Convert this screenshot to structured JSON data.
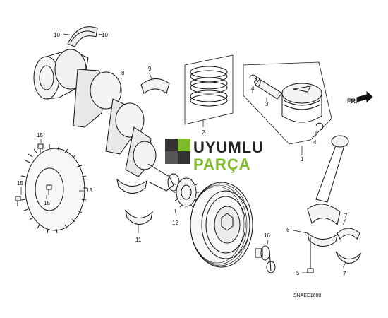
{
  "diagram": {
    "direction_label": "FR.",
    "code": "SNAEE1600",
    "logo": {
      "line1": "UYUMLU",
      "line2": "PARÇA",
      "green": "#7dbb2b",
      "dark": "#222222"
    },
    "callouts": {
      "c1": "1",
      "c2": "2",
      "c3": "3",
      "c4a": "4",
      "c4b": "4",
      "c5": "5",
      "c6": "6",
      "c7a": "7",
      "c7b": "7",
      "c8": "8",
      "c9": "9",
      "c10a": "10",
      "c10b": "10",
      "c11": "11",
      "c12": "12",
      "c13": "13",
      "c15a": "15",
      "c15b": "15",
      "c15c": "15",
      "c16": "16"
    }
  }
}
